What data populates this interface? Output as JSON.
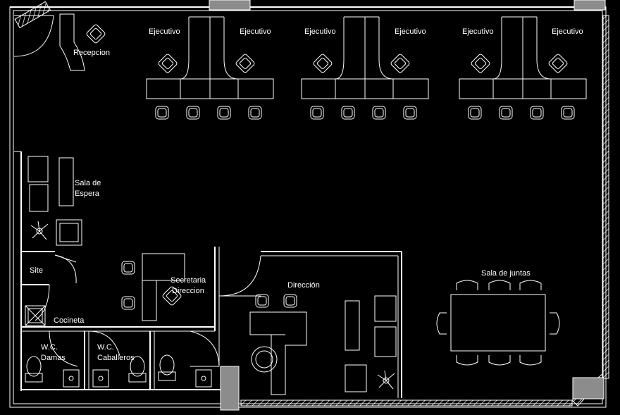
{
  "labels": {
    "recepcion": "Recepcion",
    "ejecutivo": "Ejecutivo",
    "sala_espera_1": "Sala de",
    "sala_espera_2": "Espera",
    "site": "Site",
    "secretaria_1": "Secretaria",
    "secretaria_2": "Direccion",
    "direccion": "Dirección",
    "sala_juntas": "Sala de juntas",
    "cocineta": "Cocineta",
    "wc_damas_1": "W.C.",
    "wc_damas_2": "Damas",
    "wc_caballeros_1": "W.C.",
    "wc_caballeros_2": "Caballeros"
  },
  "colors": {
    "background": "#000000",
    "lines": "#ffffff",
    "columns": "#8c8c8c"
  }
}
